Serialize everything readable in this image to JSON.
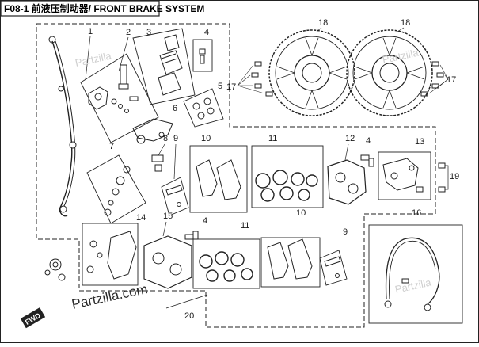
{
  "header": {
    "title": "F08-1 前液压制动器/ FRONT BRAKE SYSTEM"
  },
  "callouts": {
    "c1": "1",
    "c2": "2",
    "c3": "3",
    "c4a": "4",
    "c4b": "4",
    "c4c": "4",
    "c5": "5",
    "c6": "6",
    "c7": "7",
    "c8": "8",
    "c9a": "9",
    "c9b": "9",
    "c10a": "10",
    "c10b": "10",
    "c11a": "11",
    "c11b": "11",
    "c12": "12",
    "c13": "13",
    "c14": "14",
    "c15": "15",
    "c16": "16",
    "c17a": "17",
    "c17b": "17",
    "c18a": "18",
    "c18b": "18",
    "c19": "19",
    "c20": "20"
  },
  "watermark": {
    "text": "Partzilla.com",
    "faint": "Partzilla"
  },
  "direction_badge": {
    "text": "FWD"
  },
  "colors": {
    "ink": "#1a1a1a",
    "frame": "#222222",
    "faint": "#cfcfcf"
  }
}
